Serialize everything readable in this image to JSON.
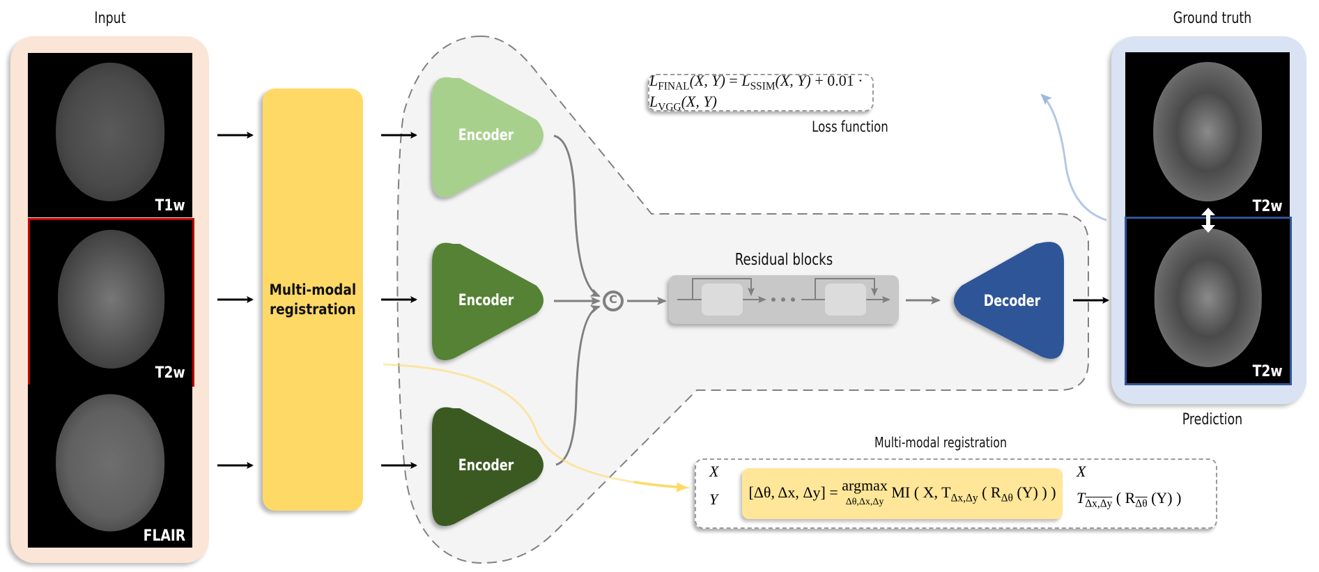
{
  "titles": {
    "input": "Input",
    "ground_truth": "Ground truth",
    "prediction": "Prediction",
    "loss_function": "Loss function",
    "residual_blocks": "Residual blocks",
    "registration_title": "Multi-modal registration"
  },
  "inputs": [
    {
      "label": "T1w",
      "highlighted": false
    },
    {
      "label": "T2w",
      "highlighted": true
    },
    {
      "label": "FLAIR",
      "highlighted": false
    }
  ],
  "outputs": [
    {
      "label": "T2w",
      "role": "ground_truth"
    },
    {
      "label": "T2w",
      "role": "prediction"
    }
  ],
  "registration_block": {
    "line1": "Multi-modal",
    "line2": "registration"
  },
  "encoders": [
    {
      "label": "Encoder",
      "color": "#a8d08d"
    },
    {
      "label": "Encoder",
      "color": "#548235"
    },
    {
      "label": "Encoder",
      "color": "#3a5a24"
    }
  ],
  "concat_symbol": "©",
  "decoder": {
    "label": "Decoder",
    "color": "#2f5597"
  },
  "residual": {
    "ellipsis": "• • •"
  },
  "loss": {
    "lhs": "L",
    "lhs_sub": "FINAL",
    "args": "(X, Y)",
    "eq": "=",
    "t1": "L",
    "t1_sub": "SSIM",
    "t1_args": "(X, Y)",
    "plus": "+ 0.01 ·",
    "t2": "L",
    "t2_sub": "VGG",
    "t2_args": "(X, Y)"
  },
  "registration_formula": {
    "in_x": "X",
    "in_y": "Y",
    "params": "[Δθ, Δx, Δy]",
    "eq": "=",
    "op": "argmax",
    "op_sub": "Δθ,Δx,Δy",
    "objective": "MI ( X, T",
    "objective_sub": "Δx,Δy",
    "objective_rest": "( R",
    "objective_rsub": "Δθ",
    "objective_end": "(Y) ) )",
    "out_x": "X",
    "out_y_t": "T",
    "out_y_tsub": "Δx,Δy",
    "out_y_rest": "( R",
    "out_y_rsub": "Δθ",
    "out_y_end": "(Y) )"
  },
  "colors": {
    "input_panel": "#fbe5d6",
    "output_panel": "#dae3f3",
    "registration_yellow": "#ffd966",
    "formula_yellow": "#ffe699",
    "highlight_red": "#c00000",
    "prediction_blue": "#2f5597",
    "dashed_region": "#f4f4f4",
    "residual_box": "#c8c8c8",
    "loss_arrow": "#b4c7e7"
  }
}
